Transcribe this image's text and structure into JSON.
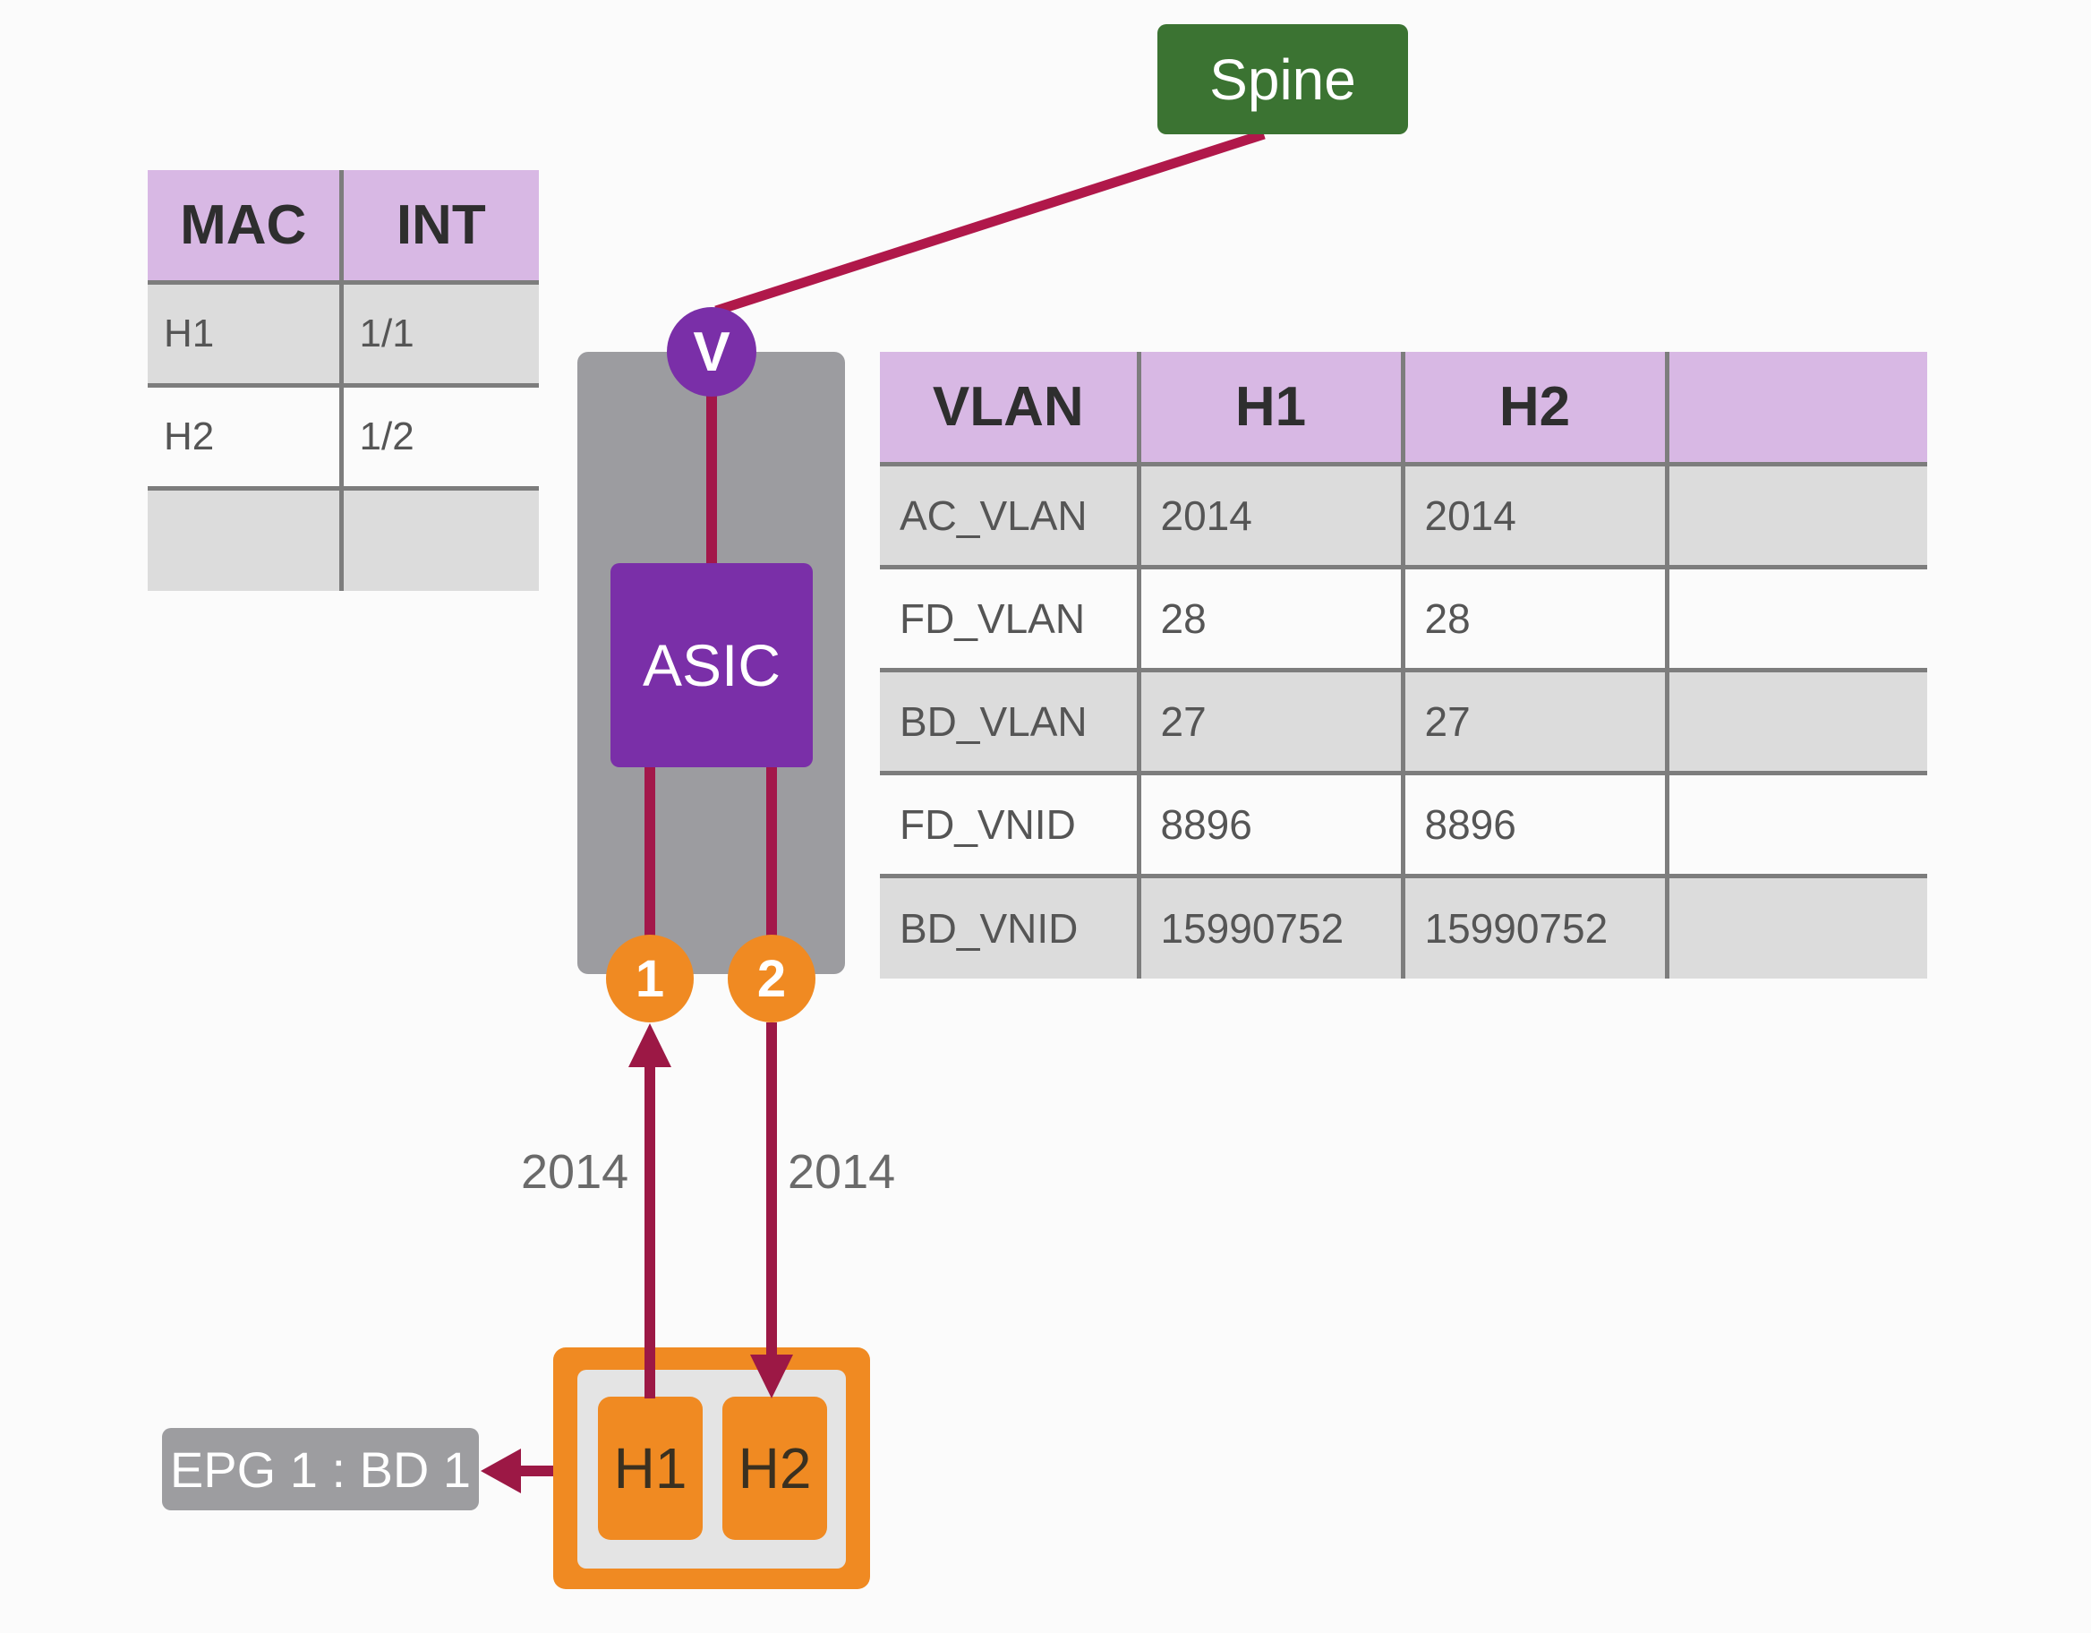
{
  "spine": {
    "label": "Spine",
    "color": "#3b7332"
  },
  "switch": {
    "vport_label": "V",
    "asic_label": "ASIC",
    "ports": [
      {
        "label": "1"
      },
      {
        "label": "2"
      }
    ]
  },
  "mac_table": {
    "headers": [
      "MAC",
      "INT"
    ],
    "rows": [
      [
        "H1",
        "1/1"
      ],
      [
        "H2",
        "1/2"
      ],
      [
        "",
        ""
      ]
    ]
  },
  "vlan_table": {
    "headers": [
      "VLAN",
      "H1",
      "H2",
      ""
    ],
    "rows": [
      [
        "AC_VLAN",
        "2014",
        "2014",
        ""
      ],
      [
        "FD_VLAN",
        "28",
        "28",
        ""
      ],
      [
        "BD_VLAN",
        "27",
        "27",
        ""
      ],
      [
        "FD_VNID",
        "8896",
        "8896",
        ""
      ],
      [
        "BD_VNID",
        "15990752",
        "15990752",
        ""
      ]
    ]
  },
  "links": {
    "h1_vlan_label": "2014",
    "h2_vlan_label": "2014",
    "color": "#a3174a"
  },
  "hosts": [
    {
      "label": "H1"
    },
    {
      "label": "H2"
    }
  ],
  "epg_label": "EPG 1 : BD 1"
}
